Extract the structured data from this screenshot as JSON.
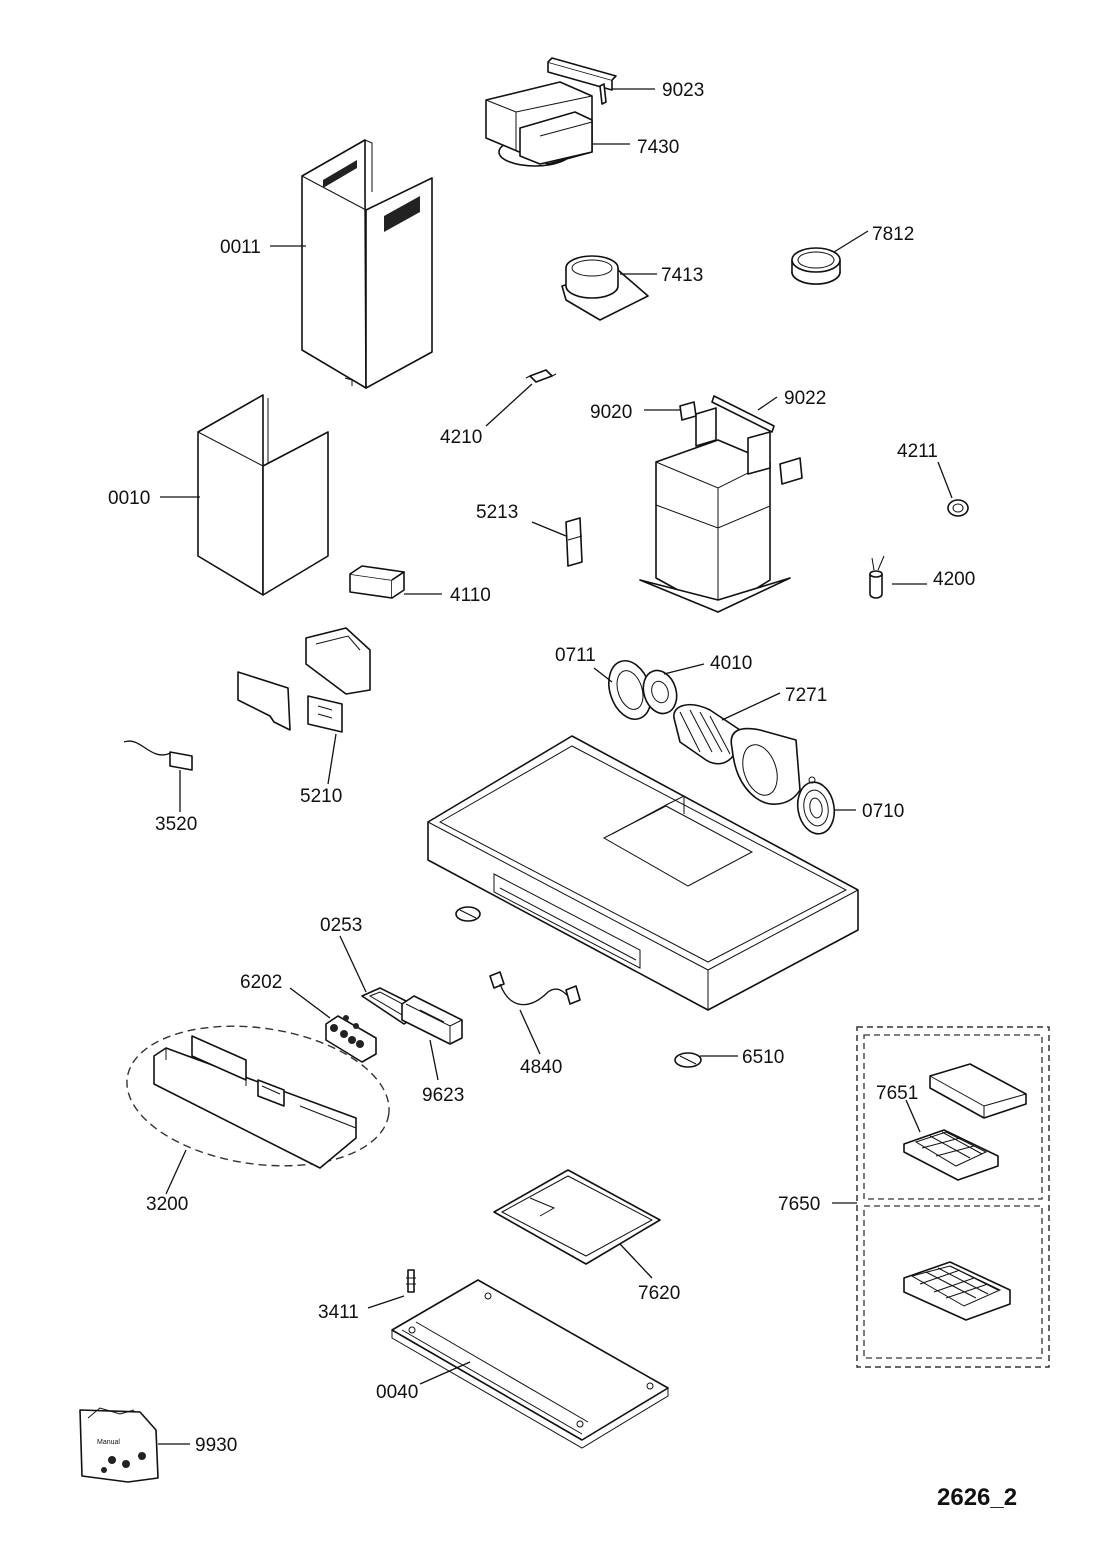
{
  "drawing_id": "2626_2",
  "parts": [
    {
      "code": "9023",
      "name_icon": "mounting-bracket-icon"
    },
    {
      "code": "7430",
      "name_icon": "air-outlet-box-icon"
    },
    {
      "code": "0011",
      "name_icon": "upper-chimney-icon"
    },
    {
      "code": "7812",
      "name_icon": "reducer-ring-icon"
    },
    {
      "code": "7413",
      "name_icon": "outlet-flange-icon"
    },
    {
      "code": "4210",
      "name_icon": "terminal-icon"
    },
    {
      "code": "9020",
      "name_icon": "bracket-icon"
    },
    {
      "code": "9022",
      "name_icon": "rail-bracket-icon"
    },
    {
      "code": "0010",
      "name_icon": "lower-chimney-icon"
    },
    {
      "code": "4211",
      "name_icon": "cable-grommet-icon"
    },
    {
      "code": "5213",
      "name_icon": "switch-icon"
    },
    {
      "code": "4200",
      "name_icon": "capacitor-icon"
    },
    {
      "code": "4110",
      "name_icon": "light-housing-icon"
    },
    {
      "code": "0711",
      "name_icon": "motor-flange-icon"
    },
    {
      "code": "4010",
      "name_icon": "motor-icon"
    },
    {
      "code": "7271",
      "name_icon": "fan-wheel-icon"
    },
    {
      "code": "5210",
      "name_icon": "control-board-icon"
    },
    {
      "code": "0710",
      "name_icon": "fan-grille-icon"
    },
    {
      "code": "3520",
      "name_icon": "power-cord-icon"
    },
    {
      "code": "0253",
      "name_icon": "gasket-icon"
    },
    {
      "code": "6202",
      "name_icon": "push-buttons-icon"
    },
    {
      "code": "4840",
      "name_icon": "wiring-harness-icon"
    },
    {
      "code": "9623",
      "name_icon": "button-frame-icon"
    },
    {
      "code": "6510",
      "name_icon": "lamp-icon"
    },
    {
      "code": "7651",
      "name_icon": "carbon-filter-frame-icon"
    },
    {
      "code": "3200",
      "name_icon": "front-panel-icon"
    },
    {
      "code": "7650",
      "name_icon": "carbon-filter-kit-icon"
    },
    {
      "code": "7620",
      "name_icon": "grease-filter-icon"
    },
    {
      "code": "3411",
      "name_icon": "screw-pin-icon"
    },
    {
      "code": "0040",
      "name_icon": "bottom-panel-icon"
    },
    {
      "code": "9930",
      "name_icon": "accessory-bag-icon"
    }
  ],
  "bag_text": "Manual"
}
